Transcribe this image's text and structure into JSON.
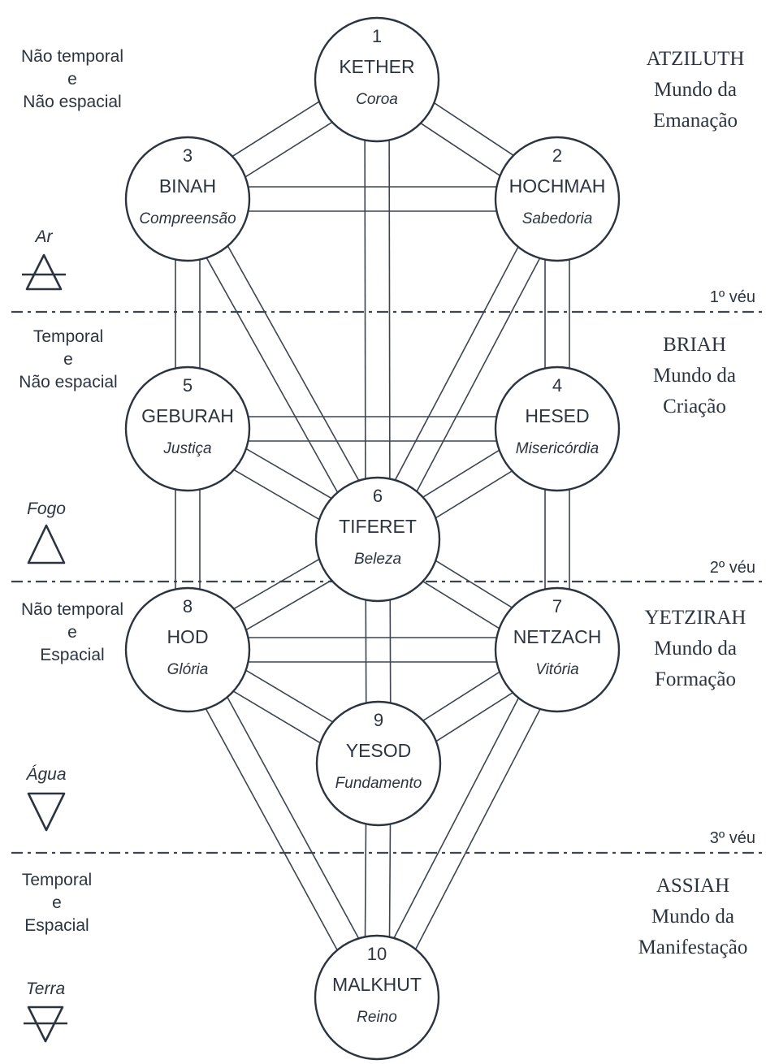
{
  "colors": {
    "ink": "#2b3440",
    "paper": "#ffffff"
  },
  "sephirot": [
    {
      "number": "1",
      "name": "KETHER",
      "meaning": "Coroa"
    },
    {
      "number": "2",
      "name": "HOCHMAH",
      "meaning": "Sabedoria"
    },
    {
      "number": "3",
      "name": "BINAH",
      "meaning": "Compreensão"
    },
    {
      "number": "4",
      "name": "HESED",
      "meaning": "Misericórdia"
    },
    {
      "number": "5",
      "name": "GEBURAH",
      "meaning": "Justiça"
    },
    {
      "number": "6",
      "name": "TIFERET",
      "meaning": "Beleza"
    },
    {
      "number": "7",
      "name": "NETZACH",
      "meaning": "Vitória"
    },
    {
      "number": "8",
      "name": "HOD",
      "meaning": "Glória"
    },
    {
      "number": "9",
      "name": "YESOD",
      "meaning": "Fundamento"
    },
    {
      "number": "10",
      "name": "MALKHUT",
      "meaning": "Reino"
    }
  ],
  "paths": [
    [
      "1",
      "2"
    ],
    [
      "1",
      "3"
    ],
    [
      "1",
      "6"
    ],
    [
      "2",
      "3"
    ],
    [
      "2",
      "4"
    ],
    [
      "2",
      "6"
    ],
    [
      "3",
      "5"
    ],
    [
      "3",
      "6"
    ],
    [
      "4",
      "5"
    ],
    [
      "4",
      "6"
    ],
    [
      "4",
      "7"
    ],
    [
      "5",
      "6"
    ],
    [
      "5",
      "8"
    ],
    [
      "6",
      "7"
    ],
    [
      "6",
      "8"
    ],
    [
      "6",
      "9"
    ],
    [
      "7",
      "8"
    ],
    [
      "7",
      "9"
    ],
    [
      "7",
      "10"
    ],
    [
      "8",
      "9"
    ],
    [
      "8",
      "10"
    ],
    [
      "9",
      "10"
    ]
  ],
  "worlds": [
    {
      "name": "ATZILUTH",
      "line1": "Mundo da",
      "line2": "Emanação"
    },
    {
      "name": "BRIAH",
      "line1": "Mundo da",
      "line2": "Criação"
    },
    {
      "name": "YETZIRAH",
      "line1": "Mundo da",
      "line2": "Formação"
    },
    {
      "name": "ASSIAH",
      "line1": "Mundo da",
      "line2": "Manifestação"
    }
  ],
  "dimensions": [
    [
      "Não temporal",
      "e",
      "Não espacial"
    ],
    [
      "Temporal",
      "e",
      "Não espacial"
    ],
    [
      "Não temporal",
      "e",
      "Espacial"
    ],
    [
      "Temporal",
      "e",
      "Espacial"
    ]
  ],
  "elements": [
    {
      "name": "Ar",
      "icon": "air-triangle-icon"
    },
    {
      "name": "Fogo",
      "icon": "fire-triangle-icon"
    },
    {
      "name": "Água",
      "icon": "water-triangle-icon"
    },
    {
      "name": "Terra",
      "icon": "earth-triangle-icon"
    }
  ],
  "veils": [
    "1º véu",
    "2º véu",
    "3º véu"
  ]
}
